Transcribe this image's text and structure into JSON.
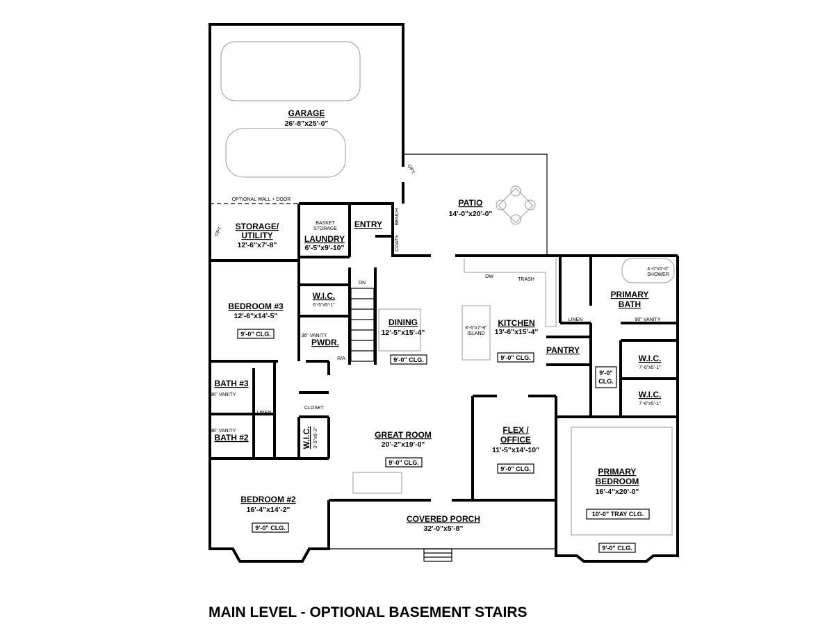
{
  "rooms": {
    "garage": {
      "name": "GARAGE",
      "dims": "26'-8\"x25'-0\""
    },
    "patio": {
      "name": "PATIO",
      "dims": "14'-0\"x20'-0\""
    },
    "storage": {
      "name1": "STORAGE/",
      "name2": "UTILITY",
      "dims": "12'-6\"x7'-8\""
    },
    "laundry": {
      "name": "LAUNDRY",
      "dims": "6'-5\"x9'-10\""
    },
    "entry": {
      "name": "ENTRY"
    },
    "bedroom3": {
      "name": "BEDROOM #3",
      "dims": "12'-6\"x14'-5\"",
      "ceiling": "9'-0\" CLG."
    },
    "wic_bed3": {
      "name": "W.I.C.",
      "dims": "6'-5\"x5'-1\""
    },
    "powder": {
      "name": "PWDR."
    },
    "dining": {
      "name": "DINING",
      "dims": "12'-5\"x15'-4\"",
      "ceiling": "9'-0\" CLG."
    },
    "kitchen": {
      "name": "KITCHEN",
      "dims": "13'-6\"x15'-4\"",
      "ceiling": "9'-0\" CLG."
    },
    "pantry": {
      "name": "PANTRY"
    },
    "primary_bath": {
      "name1": "PRIMARY",
      "name2": "BATH"
    },
    "wic1": {
      "name": "W.I.C.",
      "dims": "7'-6\"x5'-1\""
    },
    "wic2": {
      "name": "W.I.C.",
      "dims": "7'-6\"x5'-1\""
    },
    "hall_ceiling": {
      "line1": "9'-0\"",
      "line2": "CLG."
    },
    "bath3": {
      "name": "BATH #3"
    },
    "bath2": {
      "name": "BATH #2"
    },
    "wic_hall": {
      "name": "W.I.C.",
      "dims": "3'-5\"x6'-2\""
    },
    "great_room": {
      "name": "GREAT ROOM",
      "dims": "20'-2\"x19'-0\"",
      "ceiling": "9'-0\" CLG."
    },
    "flex": {
      "name1": "FLEX /",
      "name2": "OFFICE",
      "dims": "11'-5\"x14'-10\"",
      "ceiling": "9'-0\" CLG."
    },
    "primary_bedroom": {
      "name1": "PRIMARY",
      "name2": "BEDROOM",
      "dims": "16'-4\"x20'-0\"",
      "ceiling": "10'-0\" TRAY CLG.",
      "ceiling2": "9'-0\" CLG."
    },
    "bedroom2": {
      "name": "BEDROOM #2",
      "dims": "16'-4\"x14'-2\"",
      "ceiling": "9'-0\" CLG."
    },
    "porch": {
      "name": "COVERED PORCH",
      "dims": "32'-0\"x5'-8\""
    }
  },
  "notes": {
    "optional_wall": "OPTIONAL WALL + DOOR",
    "opt": "OPT.",
    "basket_storage1": "BASKET",
    "basket_storage2": "STORAGE",
    "bench": "BENCH",
    "coats": "COATS",
    "dn": "DN",
    "ra": "R/A",
    "vanity36": "36\" VANITY",
    "vanity90": "90\" VANITY",
    "island1": "3'-6\"x7'-9\"",
    "island2": "ISLAND",
    "dw": "DW",
    "trash": "TRASH",
    "linen": "LINEN",
    "shower1": "4'-0\"x5'-0\"",
    "shower2": "SHOWER",
    "closet": "CLOSET"
  },
  "title": "MAIN LEVEL - OPTIONAL BASEMENT STAIRS"
}
